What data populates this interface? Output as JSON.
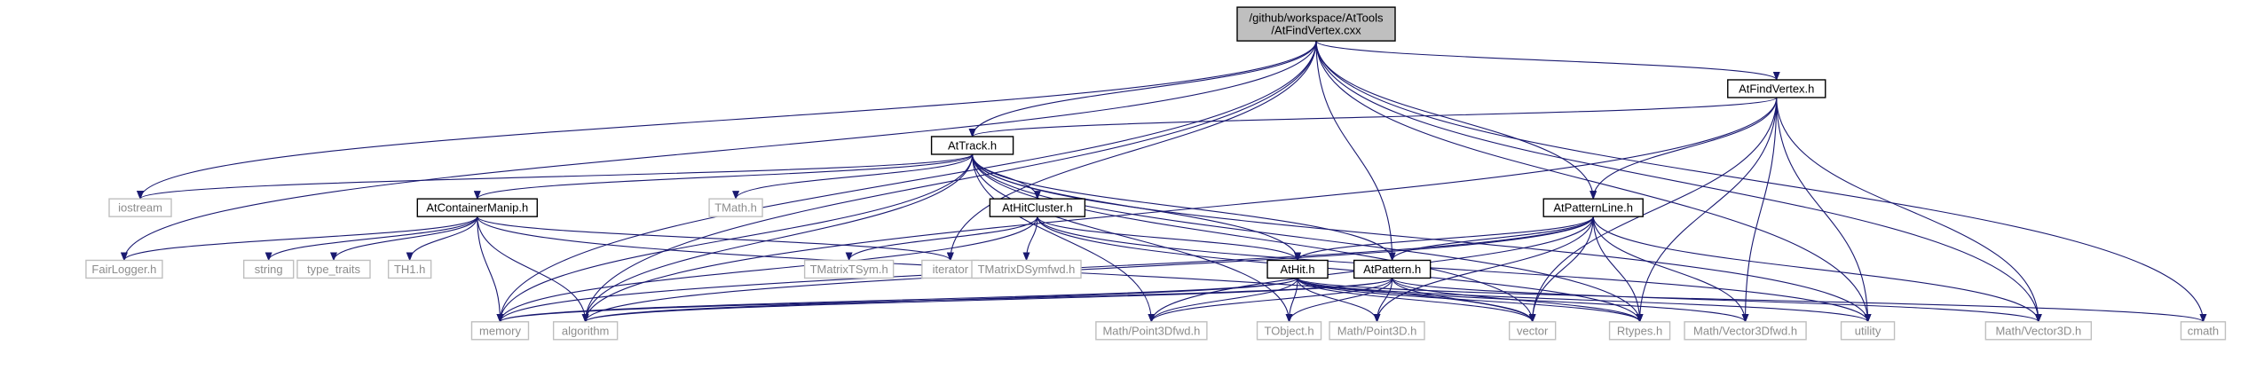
{
  "graph": {
    "title_lines": [
      "/github/workspace/AtTools",
      "/AtFindVertex.cxx"
    ],
    "colors": {
      "edge": "#191970",
      "root_fill": "#bfbfbf",
      "node_border": "#000000",
      "external_border": "#bfbfbf",
      "external_text": "#8c8c8c"
    },
    "nodes": [
      {
        "id": "root",
        "label": "/github/workspace/AtTools\n/AtFindVertex.cxx",
        "kind": "root"
      },
      {
        "id": "atfindvertex",
        "label": "AtFindVertex.h",
        "kind": "local"
      },
      {
        "id": "attrack",
        "label": "AtTrack.h",
        "kind": "local"
      },
      {
        "id": "atpatternline",
        "label": "AtPatternLine.h",
        "kind": "local"
      },
      {
        "id": "atcontainermanip",
        "label": "AtContainerManip.h",
        "kind": "local"
      },
      {
        "id": "athitcluster",
        "label": "AtHitCluster.h",
        "kind": "local"
      },
      {
        "id": "athit",
        "label": "AtHit.h",
        "kind": "local"
      },
      {
        "id": "atpattern",
        "label": "AtPattern.h",
        "kind": "local"
      },
      {
        "id": "iostream",
        "label": "iostream",
        "kind": "external"
      },
      {
        "id": "tmath",
        "label": "TMath.h",
        "kind": "external"
      },
      {
        "id": "fairlogger",
        "label": "FairLogger.h",
        "kind": "external"
      },
      {
        "id": "string",
        "label": "string",
        "kind": "external"
      },
      {
        "id": "type_traits",
        "label": "type_traits",
        "kind": "external"
      },
      {
        "id": "th1",
        "label": "TH1.h",
        "kind": "external"
      },
      {
        "id": "tmatrixtsym",
        "label": "TMatrixTSym.h",
        "kind": "external"
      },
      {
        "id": "iterator",
        "label": "iterator",
        "kind": "external"
      },
      {
        "id": "tmatrixdsymfwd",
        "label": "TMatrixDSymfwd.h",
        "kind": "external"
      },
      {
        "id": "memory",
        "label": "memory",
        "kind": "external"
      },
      {
        "id": "algorithm",
        "label": "algorithm",
        "kind": "external"
      },
      {
        "id": "point3dfwd",
        "label": "Math/Point3Dfwd.h",
        "kind": "external"
      },
      {
        "id": "tobject",
        "label": "TObject.h",
        "kind": "external"
      },
      {
        "id": "point3d",
        "label": "Math/Point3D.h",
        "kind": "external"
      },
      {
        "id": "vector",
        "label": "vector",
        "kind": "external"
      },
      {
        "id": "rtypes",
        "label": "Rtypes.h",
        "kind": "external"
      },
      {
        "id": "vector3dfwd",
        "label": "Math/Vector3Dfwd.h",
        "kind": "external"
      },
      {
        "id": "utility",
        "label": "utility",
        "kind": "external"
      },
      {
        "id": "vector3d",
        "label": "Math/Vector3D.h",
        "kind": "external"
      },
      {
        "id": "cmath",
        "label": "cmath",
        "kind": "external"
      }
    ],
    "edges": [
      [
        "root",
        "memory"
      ],
      [
        "root",
        "fairlogger"
      ],
      [
        "root",
        "iostream"
      ],
      [
        "root",
        "algorithm"
      ],
      [
        "root",
        "attrack"
      ],
      [
        "root",
        "iterator"
      ],
      [
        "root",
        "atpattern"
      ],
      [
        "root",
        "atpatternline"
      ],
      [
        "root",
        "atfindvertex"
      ],
      [
        "root",
        "utility"
      ],
      [
        "root",
        "vector3d"
      ],
      [
        "root",
        "cmath"
      ],
      [
        "atfindvertex",
        "attrack"
      ],
      [
        "atfindvertex",
        "algorithm"
      ],
      [
        "atfindvertex",
        "vector"
      ],
      [
        "atfindvertex",
        "rtypes"
      ],
      [
        "atfindvertex",
        "utility"
      ],
      [
        "atfindvertex",
        "vector3dfwd"
      ],
      [
        "atfindvertex",
        "vector3d"
      ],
      [
        "atfindvertex",
        "atpatternline"
      ],
      [
        "attrack",
        "iostream"
      ],
      [
        "attrack",
        "memory"
      ],
      [
        "attrack",
        "atcontainermanip"
      ],
      [
        "attrack",
        "algorithm"
      ],
      [
        "attrack",
        "tmath"
      ],
      [
        "attrack",
        "athitcluster"
      ],
      [
        "attrack",
        "athit"
      ],
      [
        "attrack",
        "atpattern"
      ],
      [
        "attrack",
        "point3dfwd"
      ],
      [
        "attrack",
        "tobject"
      ],
      [
        "attrack",
        "vector"
      ],
      [
        "attrack",
        "rtypes"
      ],
      [
        "attrack",
        "utility"
      ],
      [
        "atcontainermanip",
        "fairlogger"
      ],
      [
        "atcontainermanip",
        "string"
      ],
      [
        "atcontainermanip",
        "type_traits"
      ],
      [
        "atcontainermanip",
        "th1"
      ],
      [
        "atcontainermanip",
        "iterator"
      ],
      [
        "atcontainermanip",
        "memory"
      ],
      [
        "atcontainermanip",
        "algorithm"
      ],
      [
        "atcontainermanip",
        "vector"
      ],
      [
        "athitcluster",
        "tmatrixtsym"
      ],
      [
        "athitcluster",
        "tmatrixdsymfwd"
      ],
      [
        "athitcluster",
        "memory"
      ],
      [
        "athitcluster",
        "athit"
      ],
      [
        "athitcluster",
        "rtypes"
      ],
      [
        "athitcluster",
        "utility"
      ],
      [
        "athit",
        "memory"
      ],
      [
        "athit",
        "algorithm"
      ],
      [
        "athit",
        "point3dfwd"
      ],
      [
        "athit",
        "tobject"
      ],
      [
        "athit",
        "point3d"
      ],
      [
        "athit",
        "vector"
      ],
      [
        "athit",
        "rtypes"
      ],
      [
        "athit",
        "vector3dfwd"
      ],
      [
        "athit",
        "utility"
      ],
      [
        "athit",
        "cmath"
      ],
      [
        "atpattern",
        "memory"
      ],
      [
        "atpattern",
        "algorithm"
      ],
      [
        "atpattern",
        "point3dfwd"
      ],
      [
        "atpattern",
        "tobject"
      ],
      [
        "atpattern",
        "point3d"
      ],
      [
        "atpattern",
        "vector"
      ],
      [
        "atpattern",
        "rtypes"
      ],
      [
        "atpattern",
        "vector3d"
      ],
      [
        "atpatternline",
        "atpattern"
      ],
      [
        "atpatternline",
        "athit"
      ],
      [
        "atpatternline",
        "memory"
      ],
      [
        "atpatternline",
        "vector"
      ],
      [
        "atpatternline",
        "rtypes"
      ],
      [
        "atpatternline",
        "point3d"
      ],
      [
        "atpatternline",
        "vector3dfwd"
      ],
      [
        "atpatternline",
        "vector3d"
      ],
      [
        "atpatternline",
        "point3dfwd"
      ],
      [
        "atpatternline",
        "algorithm"
      ]
    ]
  }
}
